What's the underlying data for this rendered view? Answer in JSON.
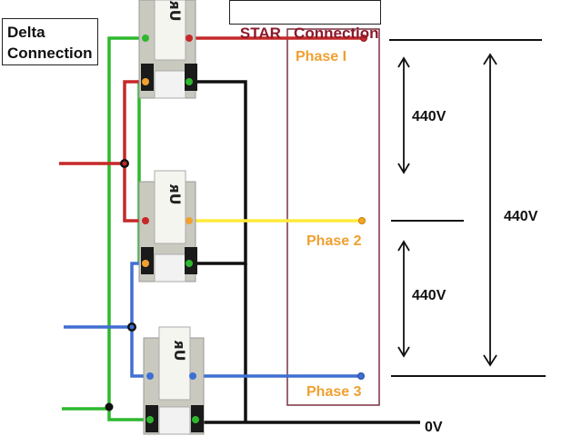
{
  "labels": {
    "delta": "Delta\nConnection",
    "star": "STAR   Connection",
    "phase1": "Phase I",
    "phase2": "Phase 2",
    "phase3": "Phase 3",
    "v_upper": "440V",
    "v_lower": "440V",
    "v_total": "440V",
    "zero": "0V"
  },
  "transformer_mark": "ᴙU",
  "colors": {
    "phase1_wire": "#c62828",
    "phase2_wire": "#ffeb3b",
    "phase3_wire": "#3f6fd1",
    "delta_wire": "#2eb82e",
    "neutral_wire": "#111111",
    "phase_label": "#f0a030",
    "star_text": "#8b1a2b",
    "star_frame": "#7a3040"
  }
}
